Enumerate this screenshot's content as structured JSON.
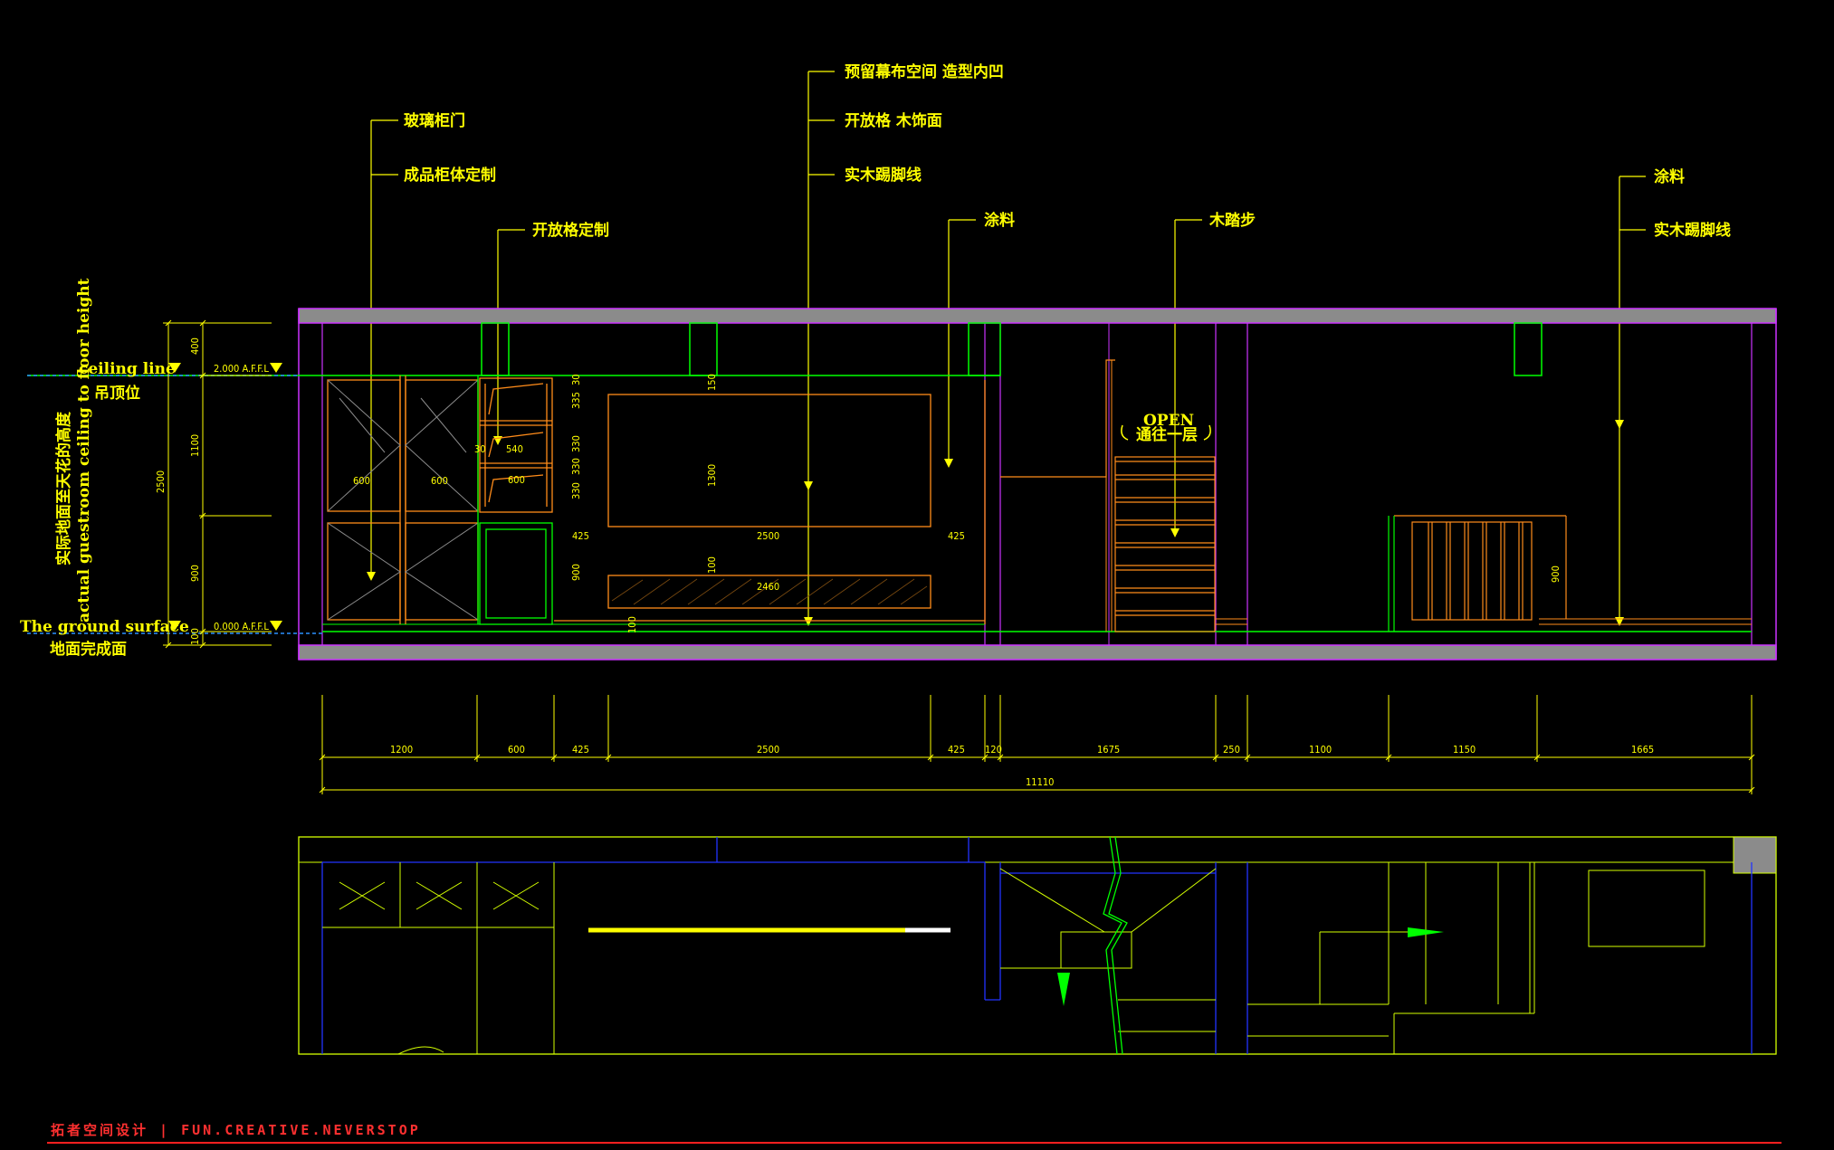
{
  "colors": {
    "background": "#000000",
    "wall": "#8b8b8b",
    "magenta": "#cc33ff",
    "green": "#00ff00",
    "orange": "#ff8c1a",
    "yellow": "#ffff00",
    "yellowgreen": "#d4ff00",
    "blue": "#2233ff",
    "cyan": "#00ffff",
    "red": "#ff2020"
  },
  "callouts": {
    "glass_door": "玻璃柜门",
    "custom_cabinet": "成品柜体定制",
    "open_shelf_custom": "开放格定制",
    "screen_space": "预留幕布空间 造型内凹",
    "open_shelf_wood": "开放格 木饰面",
    "baseboard_mid": "实木踢脚线",
    "paint_mid": "涂料",
    "wood_step": "木踏步",
    "paint_right": "涂料",
    "baseboard_right": "实木踢脚线"
  },
  "levels": {
    "ceiling_en": "ceiling line",
    "ceiling_cn": "吊顶位",
    "ceiling_val": "2.000 A.F.F.L",
    "ground_en": "The ground surface",
    "ground_cn": "地面完成面",
    "ground_val": "0.000 A.F.F.L",
    "height_cn": "实际地面至天花的高度",
    "height_en": "actual guestroom ceiling to floor height"
  },
  "stair": {
    "open": "OPEN",
    "to_floor": "通往一层"
  },
  "left_dims": {
    "d400": "400",
    "d1100": "1100",
    "d900": "900",
    "d100": "100",
    "d2500": "2500"
  },
  "elevation_dims": {
    "w600a": "600",
    "w600b": "600",
    "w540": "540",
    "w600c": "600",
    "t30": "30",
    "h150": "150",
    "h1300": "1300",
    "w425a": "425",
    "w2500": "2500",
    "w425b": "425",
    "h100": "100",
    "w2460": "2460",
    "h900": "900",
    "h100b": "100",
    "h900r": "900",
    "v30": "30",
    "v335": "335",
    "v330a": "330",
    "v330b": "330",
    "v330c": "330"
  },
  "bottom_dims": {
    "segments": [
      "1200",
      "600",
      "425",
      "2500",
      "425",
      "120",
      "1675",
      "250",
      "1100",
      "1150",
      "1665"
    ],
    "total": "11110"
  },
  "footer": {
    "text": "拓者空间设计 | FUN.CREATIVE.NEVERSTOP"
  }
}
